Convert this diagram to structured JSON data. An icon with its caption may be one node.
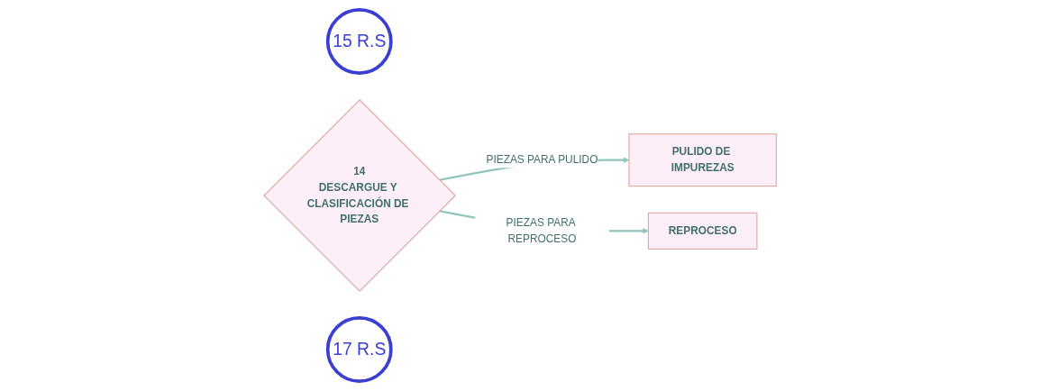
{
  "diagram": {
    "nodes": [
      {
        "text": [
          "15 R.S"
        ]
      },
      {
        "text": [
          "PULIDO DE IMPUREZAS"
        ]
      },
      {
        "text": [
          "14",
          "DESCARGUE Y CLASIFICACIÓN DE PIEZAS"
        ]
      },
      {
        "text": [
          "REPROCESO"
        ]
      },
      {
        "text": [
          "17 R.S"
        ]
      }
    ],
    "edges": [
      {
        "from": 2,
        "to": 1,
        "arrow": "to",
        "label": "PIEZAS PARA PULIDO"
      },
      {
        "from": 2,
        "to": 3,
        "arrow": "to",
        "label": "PIEZAS PARA REPROCESO"
      }
    ]
  }
}
